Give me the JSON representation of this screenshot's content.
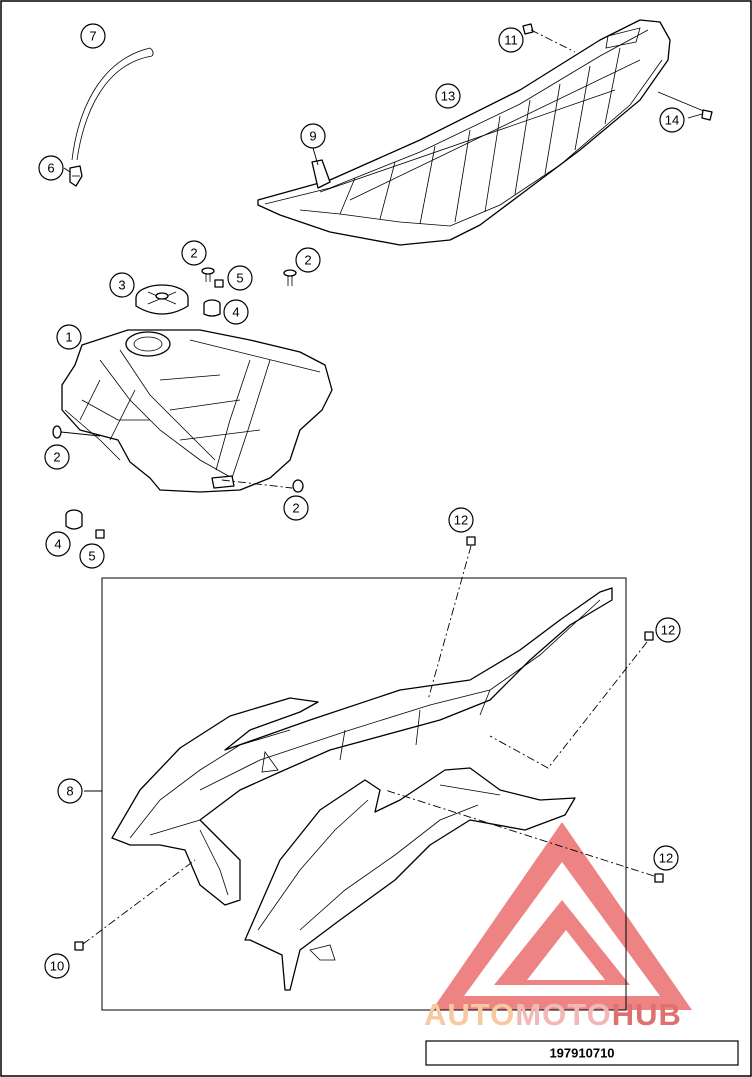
{
  "diagram": {
    "callouts": [
      {
        "label": "7"
      },
      {
        "label": "6"
      },
      {
        "label": "11"
      },
      {
        "label": "13"
      },
      {
        "label": "14"
      },
      {
        "label": "9"
      },
      {
        "label": "2"
      },
      {
        "label": "2"
      },
      {
        "label": "3"
      },
      {
        "label": "5"
      },
      {
        "label": "4"
      },
      {
        "label": "1"
      },
      {
        "label": "2"
      },
      {
        "label": "2"
      },
      {
        "label": "12"
      },
      {
        "label": "4"
      },
      {
        "label": "5"
      },
      {
        "label": "12"
      },
      {
        "label": "8"
      },
      {
        "label": "12"
      },
      {
        "label": "10"
      }
    ],
    "document_number": "197910710"
  },
  "watermark": {
    "brand_part1": "AUTO",
    "brand_part2": "MOTO",
    "brand_part3": "HUB",
    "colors": {
      "auto": "#F7C9A0",
      "moto": "#F2B8B8",
      "hub": "#E07070",
      "logo": "#E85A5A"
    }
  }
}
